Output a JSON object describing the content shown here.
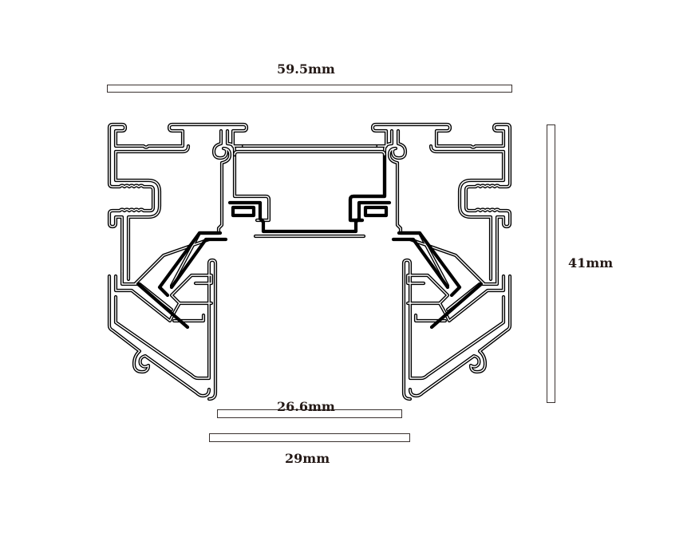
{
  "drawing": {
    "title": "LED aluminum profile cross-section",
    "line_color": "#000000",
    "dimension_color": "#231815"
  },
  "dimensions": {
    "width_overall": {
      "label": "59.5mm",
      "value": 59.5,
      "unit": "mm",
      "orientation": "horizontal"
    },
    "height_overall": {
      "label": "41mm",
      "value": 41,
      "unit": "mm",
      "orientation": "vertical"
    },
    "inner_opening": {
      "label": "26.6mm",
      "value": 26.6,
      "unit": "mm",
      "orientation": "horizontal"
    },
    "outer_opening": {
      "label": "29mm",
      "value": 29,
      "unit": "mm",
      "orientation": "horizontal"
    }
  }
}
